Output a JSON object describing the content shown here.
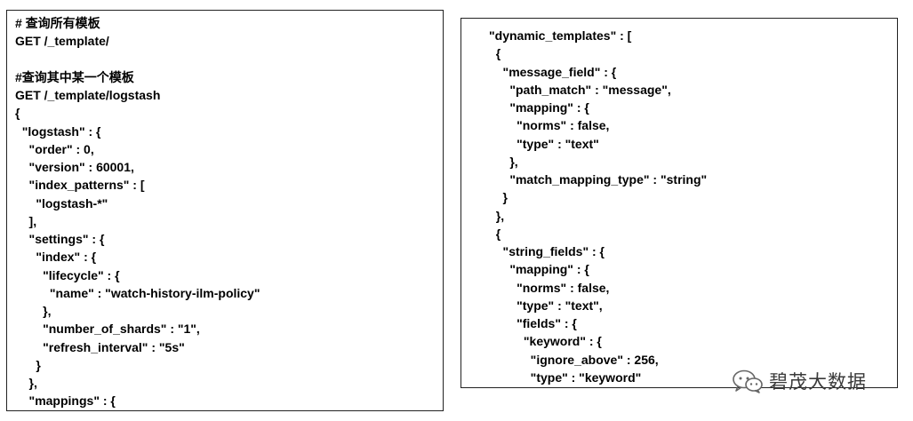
{
  "left_panel": {
    "lines": [
      "# 查询所有模板",
      "GET /_template/",
      "",
      "#查询其中某一个模板",
      "GET /_template/logstash",
      "{",
      "  \"logstash\" : {",
      "    \"order\" : 0,",
      "    \"version\" : 60001,",
      "    \"index_patterns\" : [",
      "      \"logstash-*\"",
      "    ],",
      "    \"settings\" : {",
      "      \"index\" : {",
      "        \"lifecycle\" : {",
      "          \"name\" : \"watch-history-ilm-policy\"",
      "        },",
      "        \"number_of_shards\" : \"1\",",
      "        \"refresh_interval\" : \"5s\"",
      "      }",
      "    },",
      "    \"mappings\" : {"
    ]
  },
  "right_panel": {
    "lines": [
      "\"dynamic_templates\" : [",
      "  {",
      "    \"message_field\" : {",
      "      \"path_match\" : \"message\",",
      "      \"mapping\" : {",
      "        \"norms\" : false,",
      "        \"type\" : \"text\"",
      "      },",
      "      \"match_mapping_type\" : \"string\"",
      "    }",
      "  },",
      "  {",
      "    \"string_fields\" : {",
      "      \"mapping\" : {",
      "        \"norms\" : false,",
      "        \"type\" : \"text\",",
      "        \"fields\" : {",
      "          \"keyword\" : {",
      "            \"ignore_above\" : 256,",
      "            \"type\" : \"keyword\""
    ]
  },
  "watermark": {
    "text": "碧茂大数据",
    "icon": "wechat-icon"
  }
}
